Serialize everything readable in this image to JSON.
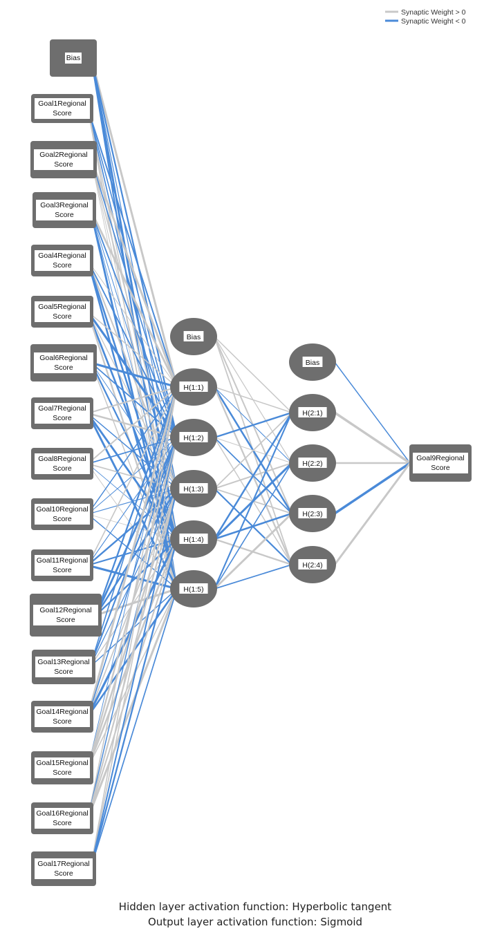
{
  "legend": {
    "positive": {
      "label": "Synaptic Weight > 0",
      "color": "#c8c8c8"
    },
    "negative": {
      "label": "Synaptic Weight < 0",
      "color": "#4a8ad8"
    }
  },
  "node_color": "#6e6e6e",
  "input_layer": [
    {
      "id": "bias_in",
      "lines": [
        "Bias"
      ]
    },
    {
      "id": "in1",
      "lines": [
        "Goal1Regional",
        "Score"
      ]
    },
    {
      "id": "in2",
      "lines": [
        "Goal2Regional",
        "Score"
      ]
    },
    {
      "id": "in3",
      "lines": [
        "Goal3Regional",
        "Score"
      ]
    },
    {
      "id": "in4",
      "lines": [
        "Goal4Regional",
        "Score"
      ]
    },
    {
      "id": "in5",
      "lines": [
        "Goal5Regional",
        "Score"
      ]
    },
    {
      "id": "in6",
      "lines": [
        "Goal6Regional",
        "Score"
      ]
    },
    {
      "id": "in7",
      "lines": [
        "Goal7Regional",
        "Score"
      ]
    },
    {
      "id": "in8",
      "lines": [
        "Goal8Regional",
        "Score"
      ]
    },
    {
      "id": "in10",
      "lines": [
        "Goal10Regional",
        "Score"
      ]
    },
    {
      "id": "in11",
      "lines": [
        "Goal11Regional",
        "Score"
      ]
    },
    {
      "id": "in12",
      "lines": [
        "Goal12Regional",
        "Score"
      ]
    },
    {
      "id": "in13",
      "lines": [
        "Goal13Regional",
        "Score"
      ]
    },
    {
      "id": "in14",
      "lines": [
        "Goal14Regional",
        "Score"
      ]
    },
    {
      "id": "in15",
      "lines": [
        "Goal15Regional",
        "Score"
      ]
    },
    {
      "id": "in16",
      "lines": [
        "Goal16Regional",
        "Score"
      ]
    },
    {
      "id": "in17",
      "lines": [
        "Goal17Regional",
        "Score"
      ]
    }
  ],
  "hidden_layer_1": [
    {
      "id": "bias_h1",
      "label": "Bias"
    },
    {
      "id": "h11",
      "label": "H(1:1)"
    },
    {
      "id": "h12",
      "label": "H(1:2)"
    },
    {
      "id": "h13",
      "label": "H(1:3)"
    },
    {
      "id": "h14",
      "label": "H(1:4)"
    },
    {
      "id": "h15",
      "label": "H(1:5)"
    }
  ],
  "hidden_layer_2": [
    {
      "id": "bias_h2",
      "label": "Bias"
    },
    {
      "id": "h21",
      "label": "H(2:1)"
    },
    {
      "id": "h22",
      "label": "H(2:2)"
    },
    {
      "id": "h23",
      "label": "H(2:3)"
    },
    {
      "id": "h24",
      "label": "H(2:4)"
    }
  ],
  "output_layer": [
    {
      "id": "out",
      "lines": [
        "Goal9Regional",
        "Score"
      ]
    }
  ],
  "caption": {
    "line1": "Hidden layer activation function: Hyperbolic tangent",
    "line2": "Output layer activation function: Sigmoid"
  }
}
